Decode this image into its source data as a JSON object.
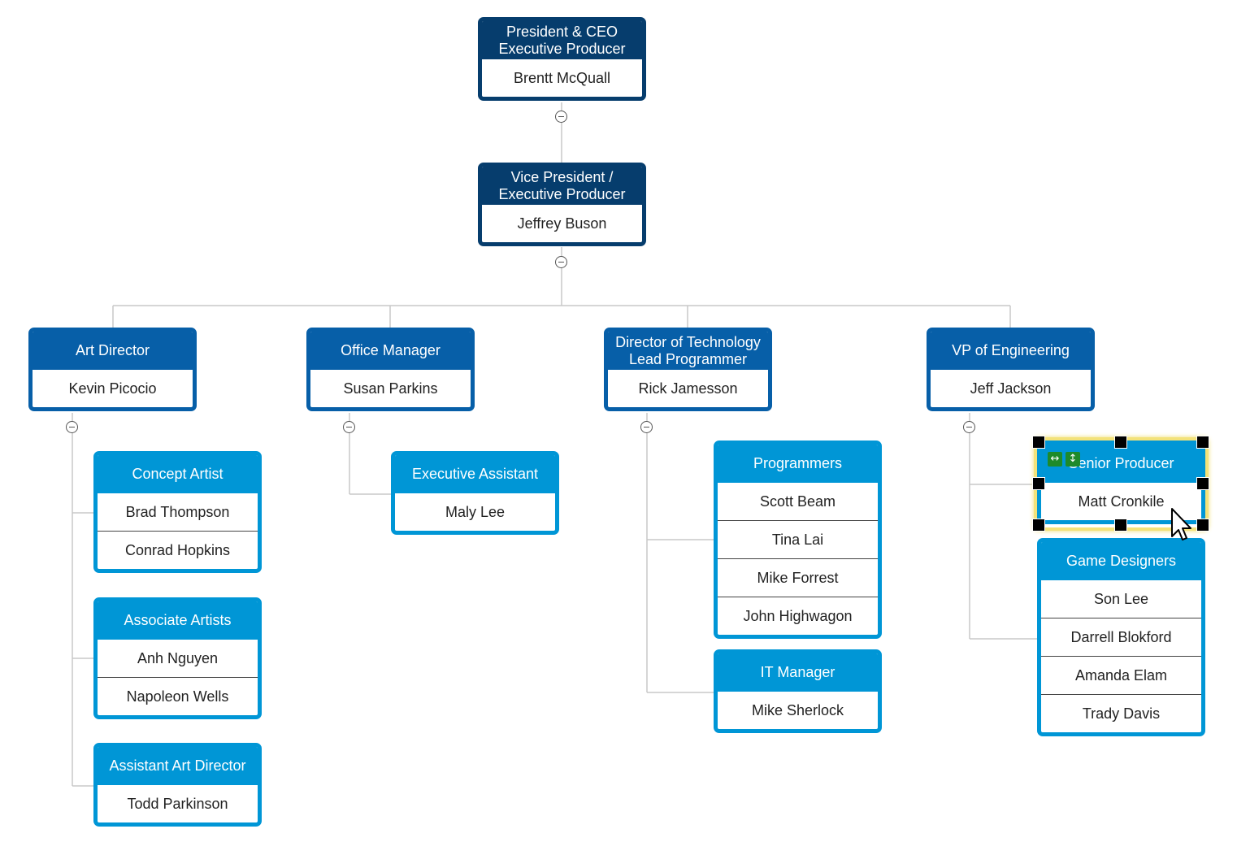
{
  "nodes": {
    "ceo": {
      "title": [
        "President & CEO",
        "Executive Producer"
      ],
      "rows": [
        "Brentt  McQuall"
      ]
    },
    "vp": {
      "title": [
        "Vice President /",
        "Executive Producer"
      ],
      "rows": [
        "Jeffrey Buson"
      ]
    },
    "art_director": {
      "title": [
        "Art Director"
      ],
      "rows": [
        "Kevin Picocio"
      ]
    },
    "office_manager": {
      "title": [
        "Office Manager"
      ],
      "rows": [
        "Susan Parkins"
      ]
    },
    "tech_director": {
      "title": [
        "Director of Technology",
        "Lead Programmer"
      ],
      "rows": [
        "Rick Jamesson"
      ]
    },
    "vp_engineering": {
      "title": [
        "VP of Engineering"
      ],
      "rows": [
        "Jeff Jackson"
      ]
    },
    "concept_artist": {
      "title": [
        "Concept Artist"
      ],
      "rows": [
        "Brad Thompson",
        "Conrad Hopkins"
      ]
    },
    "associate_artists": {
      "title": [
        "Associate Artists"
      ],
      "rows": [
        "Anh Nguyen",
        "Napoleon Wells"
      ]
    },
    "assistant_art_director": {
      "title": [
        "Assistant Art Director"
      ],
      "rows": [
        "Todd Parkinson"
      ]
    },
    "executive_assistant": {
      "title": [
        "Executive Assistant"
      ],
      "rows": [
        "Maly Lee"
      ]
    },
    "programmers": {
      "title": [
        "Programmers"
      ],
      "rows": [
        "Scott Beam",
        "Tina Lai",
        "Mike Forrest",
        "John Highwagon"
      ]
    },
    "it_manager": {
      "title": [
        "IT Manager"
      ],
      "rows": [
        "Mike Sherlock"
      ]
    },
    "senior_producer": {
      "title": [
        "Senior Producer"
      ],
      "rows": [
        "Matt Cronkile"
      ]
    },
    "game_designers": {
      "title": [
        "Game Designers"
      ],
      "rows": [
        "Son Lee",
        "Darrell Blokford",
        "Amanda Elam",
        "Trady Davis"
      ]
    }
  },
  "selection": {
    "selected_node": "senior_producer",
    "move_icons": [
      "horizontal-arrows-icon",
      "vertical-arrows-icon"
    ]
  },
  "colors": {
    "top_level": "#063d6d",
    "manager_level": "#075fa8",
    "team_level": "#0096d6",
    "connector": "#c8c8c8",
    "selection_glow": "#f3e27a",
    "move_button": "#1e8a2a"
  }
}
